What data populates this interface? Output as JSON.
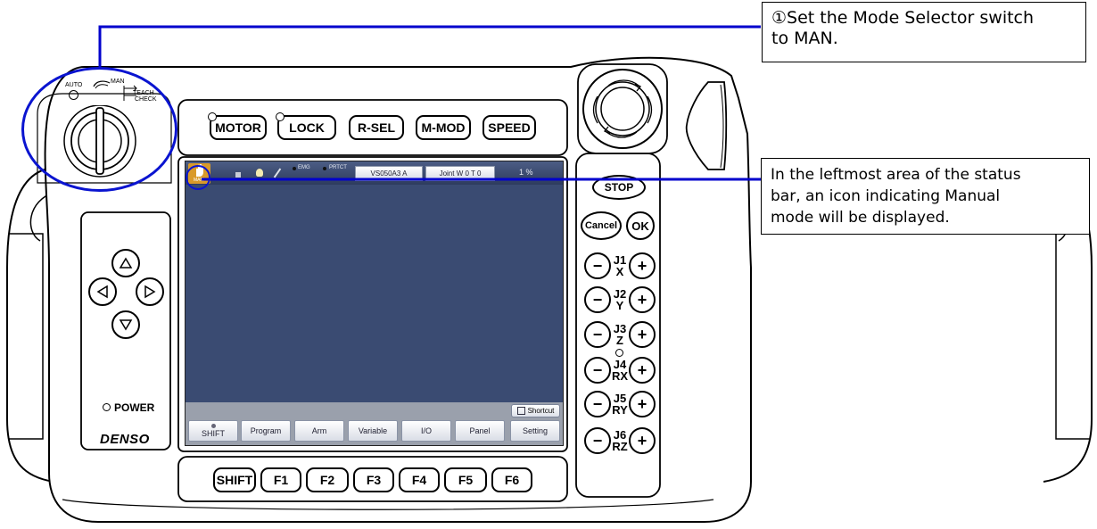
{
  "callouts": {
    "mode_selector": "①Set the Mode Selector switch\n to MAN.",
    "mode_selector_lines": [
      "①Set the Mode Selector switch",
      " to MAN."
    ],
    "status_bar_lines": [
      "In the leftmost area of the status",
      "bar, an icon indicating Manual",
      "mode will be displayed."
    ]
  },
  "mode_switch": {
    "auto": "AUTO",
    "man": "MAN",
    "teach_check_1": "TEACH",
    "teach_check_2": "CHECK"
  },
  "top_buttons": [
    "MOTOR",
    "LOCK",
    "R-SEL",
    "M-MOD",
    "SPEED"
  ],
  "status_bar": {
    "mode_icon_label": "MAN",
    "emg": "EMG",
    "prtct": "PRTCT",
    "robot_tab": "VS050A3 A",
    "joint_tab": "Joint  W 0 T 0",
    "speed": "1 %"
  },
  "shortcut_label": "Shortcut",
  "function_bar": [
    "SHIFT",
    "Program",
    "Arm",
    "Variable",
    "I/O",
    "Panel",
    "Setting"
  ],
  "bottom_keys": [
    "SHIFT",
    "F1",
    "F2",
    "F3",
    "F4",
    "F5",
    "F6"
  ],
  "right_panel": {
    "stop": "STOP",
    "cancel": "Cancel",
    "ok": "OK",
    "axes": [
      {
        "top": "J1",
        "bottom": "X"
      },
      {
        "top": "J2",
        "bottom": "Y"
      },
      {
        "top": "J3",
        "bottom": "Z"
      },
      {
        "top": "J4",
        "bottom": "RX"
      },
      {
        "top": "J5",
        "bottom": "RY"
      },
      {
        "top": "J6",
        "bottom": "RZ"
      }
    ],
    "minus": "−",
    "plus": "+"
  },
  "left_panel": {
    "power": "POWER",
    "brand": "DENSO"
  },
  "colors": {
    "screen": "#3a4b72",
    "callout_line": "#0000cc",
    "highlight_circle": "#0a14d0"
  }
}
